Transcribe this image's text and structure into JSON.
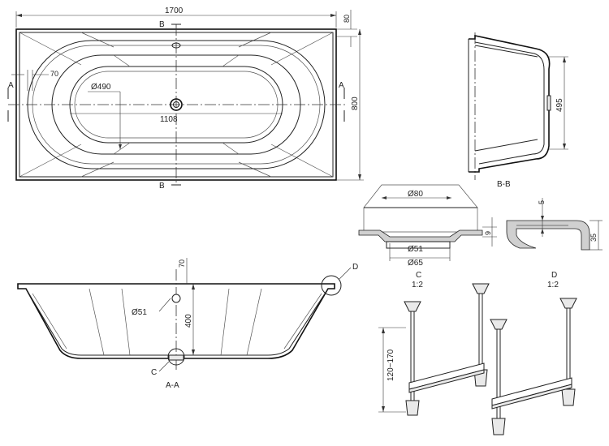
{
  "top_view": {
    "length": "1700",
    "rim_height": "80",
    "width": "800",
    "dim_70": "70",
    "diameter_490": "Ø490",
    "inner_length": "1108",
    "label_a_left": "A",
    "label_a_right": "A",
    "label_b_top": "B",
    "label_b_bottom": "B"
  },
  "section_bb": {
    "depth": "495",
    "label": "B-B"
  },
  "detail_c": {
    "d80": "Ø80",
    "d51": "Ø51",
    "d65": "Ø65",
    "h9": "9",
    "label": "C",
    "scale": "1:2"
  },
  "detail_d": {
    "t5": "5",
    "h35": "35",
    "label": "D",
    "scale": "1:2"
  },
  "section_aa": {
    "rim": "70",
    "overflow": "Ø51",
    "depth": "400",
    "label": "A-A",
    "callout_c": "C",
    "callout_d": "D"
  },
  "legs": {
    "height_range": "120~170"
  }
}
